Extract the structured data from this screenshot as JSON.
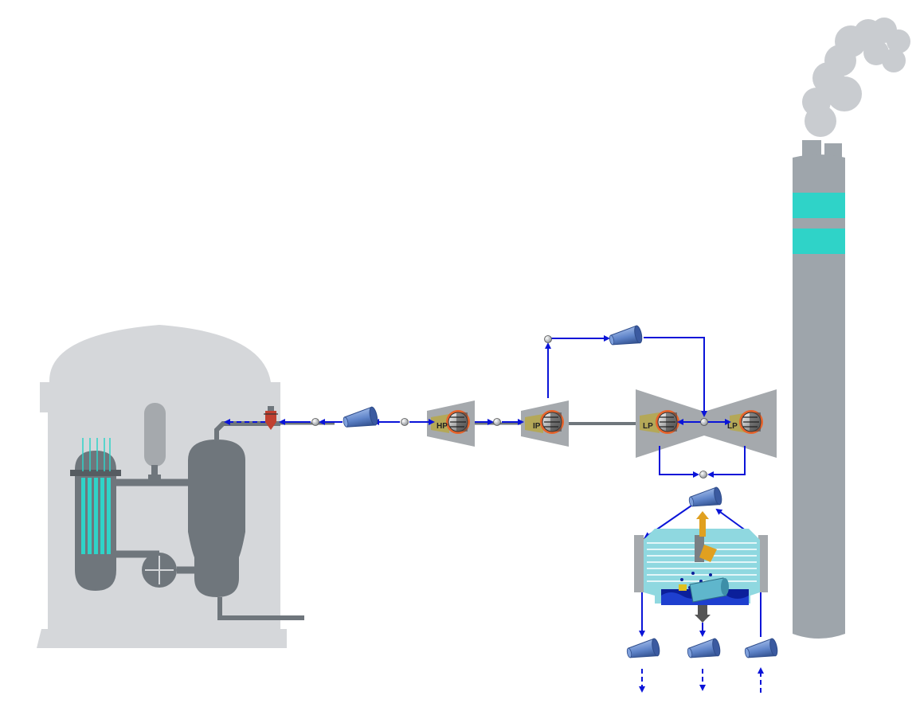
{
  "colors": {
    "flow_line": "#0a14d8",
    "building": "#d5d7da",
    "equipment_dark": "#6f767c",
    "equipment_mid": "#8a9196",
    "turbine_casing": "#a5a9ad",
    "fuel_rods": "#2fd3c8",
    "chimney": "#9ea5ab",
    "chimney_band": "#2fd3c8",
    "smoke": "#c9ccd0",
    "pump_blue": "#5f84c9",
    "turbine_rotor": "#e8632a"
  },
  "turbines": {
    "hp": {
      "label": "HP"
    },
    "ip": {
      "label": "IP"
    },
    "lp_left": {
      "label": "LP"
    },
    "lp_right": {
      "label": "LP"
    }
  }
}
